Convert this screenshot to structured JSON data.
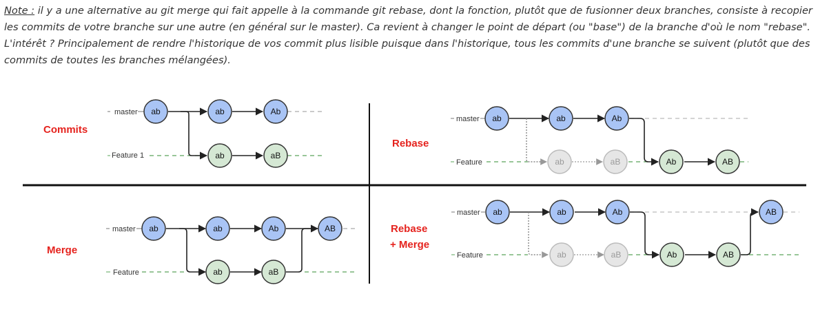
{
  "note": {
    "label": "Note :",
    "text": " il y a une alternative au git merge qui fait appelle à la commande git rebase, dont la fonction, plutôt que de fusionner deux branches, consiste à recopier les commits de votre branche sur une autre (en général sur le master). Ca revient à changer le point de départ (ou \"base\") de la branche d'où le nom \"rebase\". L'intérêt ? Principalement de rendre l'historique de vos commit plus lisible puisque dans l'historique, tous les commits d'une branche se suivent (plutôt que des commits de toutes les branches mélangées)."
  },
  "colors": {
    "blue": "#a9c4f5",
    "green": "#d5e8d4",
    "ghost": "#e6e6e6",
    "section_title": "#e5231e"
  },
  "diagrams": {
    "commits": {
      "title": "Commits",
      "master_label": "master",
      "feature_label": "Feature 1",
      "master_nodes": [
        "ab",
        "ab",
        "Ab"
      ],
      "feature_nodes": [
        "ab",
        "aB"
      ]
    },
    "rebase": {
      "title": "Rebase",
      "master_label": "master",
      "feature_label": "Feature",
      "master_nodes": [
        "ab",
        "ab",
        "Ab"
      ],
      "ghost_nodes": [
        "ab",
        "aB"
      ],
      "feature_nodes": [
        "Ab",
        "AB"
      ]
    },
    "merge": {
      "title": "Merge",
      "master_label": "master",
      "feature_label": "Feature",
      "master_nodes": [
        "ab",
        "ab",
        "Ab",
        "AB"
      ],
      "feature_nodes": [
        "ab",
        "aB"
      ]
    },
    "rebase_merge": {
      "title_line1": "Rebase",
      "title_line2": "+ Merge",
      "master_label": "master",
      "feature_label": "Feature",
      "master_nodes": [
        "ab",
        "ab",
        "Ab",
        "AB"
      ],
      "ghost_nodes": [
        "ab",
        "aB"
      ],
      "feature_nodes": [
        "Ab",
        "AB"
      ]
    }
  }
}
